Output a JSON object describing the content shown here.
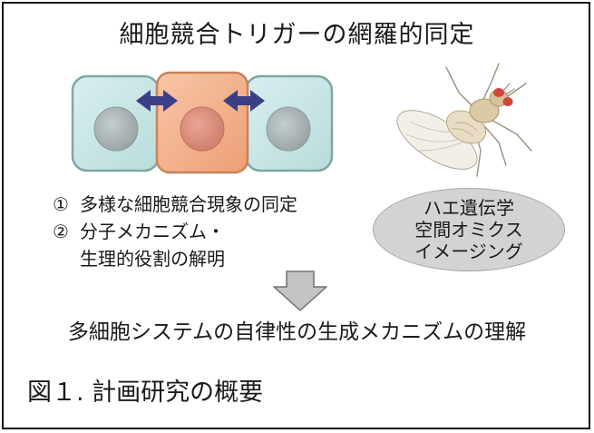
{
  "title": "細胞競合トリガーの網羅的同定",
  "items": [
    {
      "num": "①",
      "text": "多様な細胞競合現象の同定"
    },
    {
      "num": "②",
      "text": "分子メカニズム・"
    }
  ],
  "item_continuation": "生理的役割の解明",
  "methods": [
    "ハエ遺伝学",
    "空間オミクス",
    "イメージング"
  ],
  "conclusion": "多細胞システムの自律性の生成メカニズムの理解",
  "caption": "図１. 計画研究の概要",
  "icons": {
    "arrows": "double-arrow-icon",
    "flow": "down-arrow-icon",
    "organism": "fruit-fly-icon"
  },
  "colors": {
    "cell_side_fill": "#c9e6e6",
    "cell_side_border": "#7fa7a4",
    "cell_center_fill": "#f3b48f",
    "cell_center_border": "#c88258",
    "nucleus_side": "#a9b2b3",
    "nucleus_center": "#d98c79",
    "arrow": "#3b3f86",
    "ellipse": "#d3d3d3"
  }
}
